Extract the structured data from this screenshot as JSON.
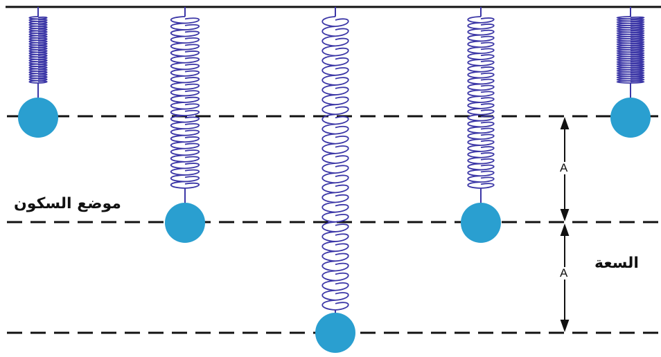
{
  "labels": {
    "rest_position": "موضع السكون",
    "amplitude": "السعة",
    "amplitude_upper": "A",
    "amplitude_lower": "A"
  },
  "colors": {
    "spring": "#3b36a6",
    "mass": "#2a9fd0",
    "lines": "#111111"
  }
}
